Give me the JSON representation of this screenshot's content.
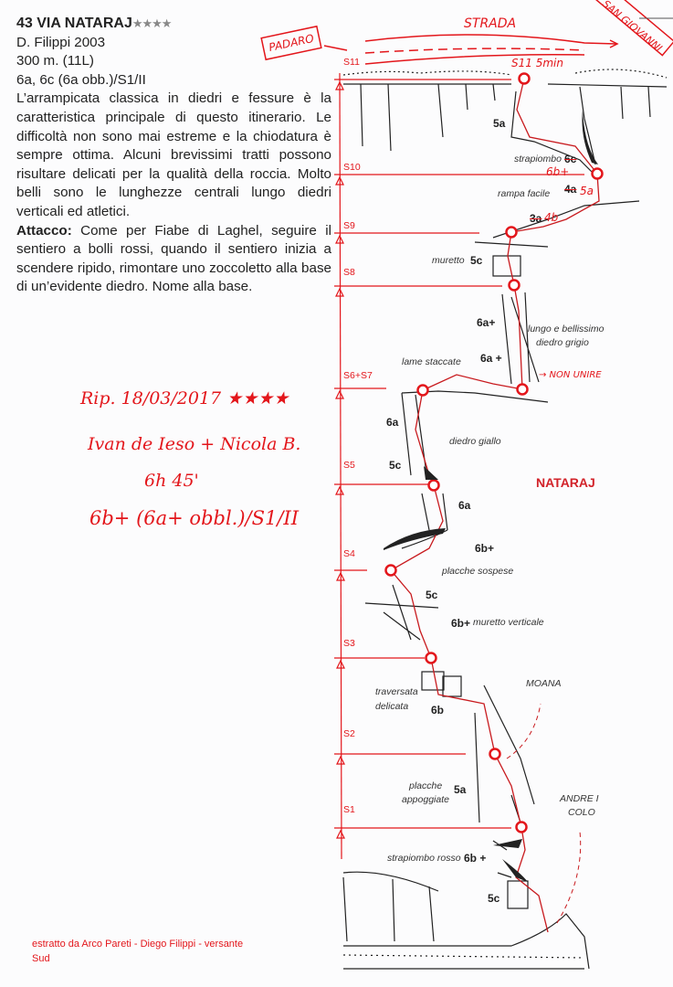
{
  "route": {
    "title": "43 VIA NATARAJ",
    "stars": "★★★★",
    "author": "D. Filippi 2003",
    "length": "300 m. (11L)",
    "grades": "6a, 6c (6a obb.)/S1/II",
    "description": "L’arrampicata classica in diedri e fessure è la caratteristica principale di questo itinerario. Le difficoltà non sono mai estreme e la chiodatura è sempre ottima. Alcuni brevissimi tratti possono risultare delicati per la qualità della roccia. Molto belli sono le lunghezze centrali lungo diedri verticali ed atletici.",
    "approach_label": "Attacco:",
    "approach": "Come per Fiabe di Laghel, seguire il sentiero a bolli rossi, quando il sentiero inizia a scendere ripido, rimontare uno zoccoletto alla base di un’evidente diedro. Nome alla base."
  },
  "handwritten_notes": {
    "repeat": "Rip. 18/03/2017 ★★★★",
    "climbers": "Ivan de Ieso + Nicola B.",
    "time": "6h 45'",
    "grade": "6b+ (6a+ obbl.)/S1/II"
  },
  "topo": {
    "road": "STRADA",
    "padaro": "PADARO",
    "san_giovanni": "SAN GIOVANNI",
    "exit": "S11 5min",
    "do_not_join": "→ NON UNIRE",
    "route_name": "NATARAJ",
    "stations": [
      "S11",
      "S10",
      "S9",
      "S8",
      "S6+S7",
      "S5",
      "S4",
      "S3",
      "S2",
      "S1"
    ],
    "notes": {
      "strapiombo": "strapiombo",
      "rampa_facile": "rampa facile",
      "muretto": "muretto",
      "lungo": "lungo e bellissimo",
      "diedro_grigio": "diedro grigio",
      "lame": "lame staccate",
      "diedro_giallo": "diedro giallo",
      "placche_sospese": "placche sospese",
      "muretto_verticale": "muretto verticale",
      "traversata": "traversata",
      "delicata": "delicata",
      "moana": "MOANA",
      "placche": "placche",
      "appoggiate": "appoggiate",
      "andre1": "ANDRE I",
      "andre2": "COLO",
      "strapiombo_rosso": "strapiombo rosso"
    },
    "grades": {
      "g5a_top": "5a",
      "g6c": "6c",
      "g6c_corr": "6b+",
      "g4a": "4a",
      "g4a_corr": "5a",
      "g3a": "3a",
      "g3a_corr": "4b",
      "g5c_muretto": "5c",
      "g6a_plus1": "6a+",
      "g6a_plus2": "6a +",
      "g6a_giallo": "6a",
      "g5c_giallo": "5c",
      "g6a_s5": "6a",
      "g6b_plus_sospese": "6b+",
      "g5c_s4": "5c",
      "g6b_plus_muretto": "6b+",
      "g6b": "6b",
      "g5a_s1": "5a",
      "g6b_plus_rosso": "6b +",
      "g5c_base": "5c"
    }
  },
  "credit": "estratto da Arco Pareti - Diego Filippi - versante Sud"
}
